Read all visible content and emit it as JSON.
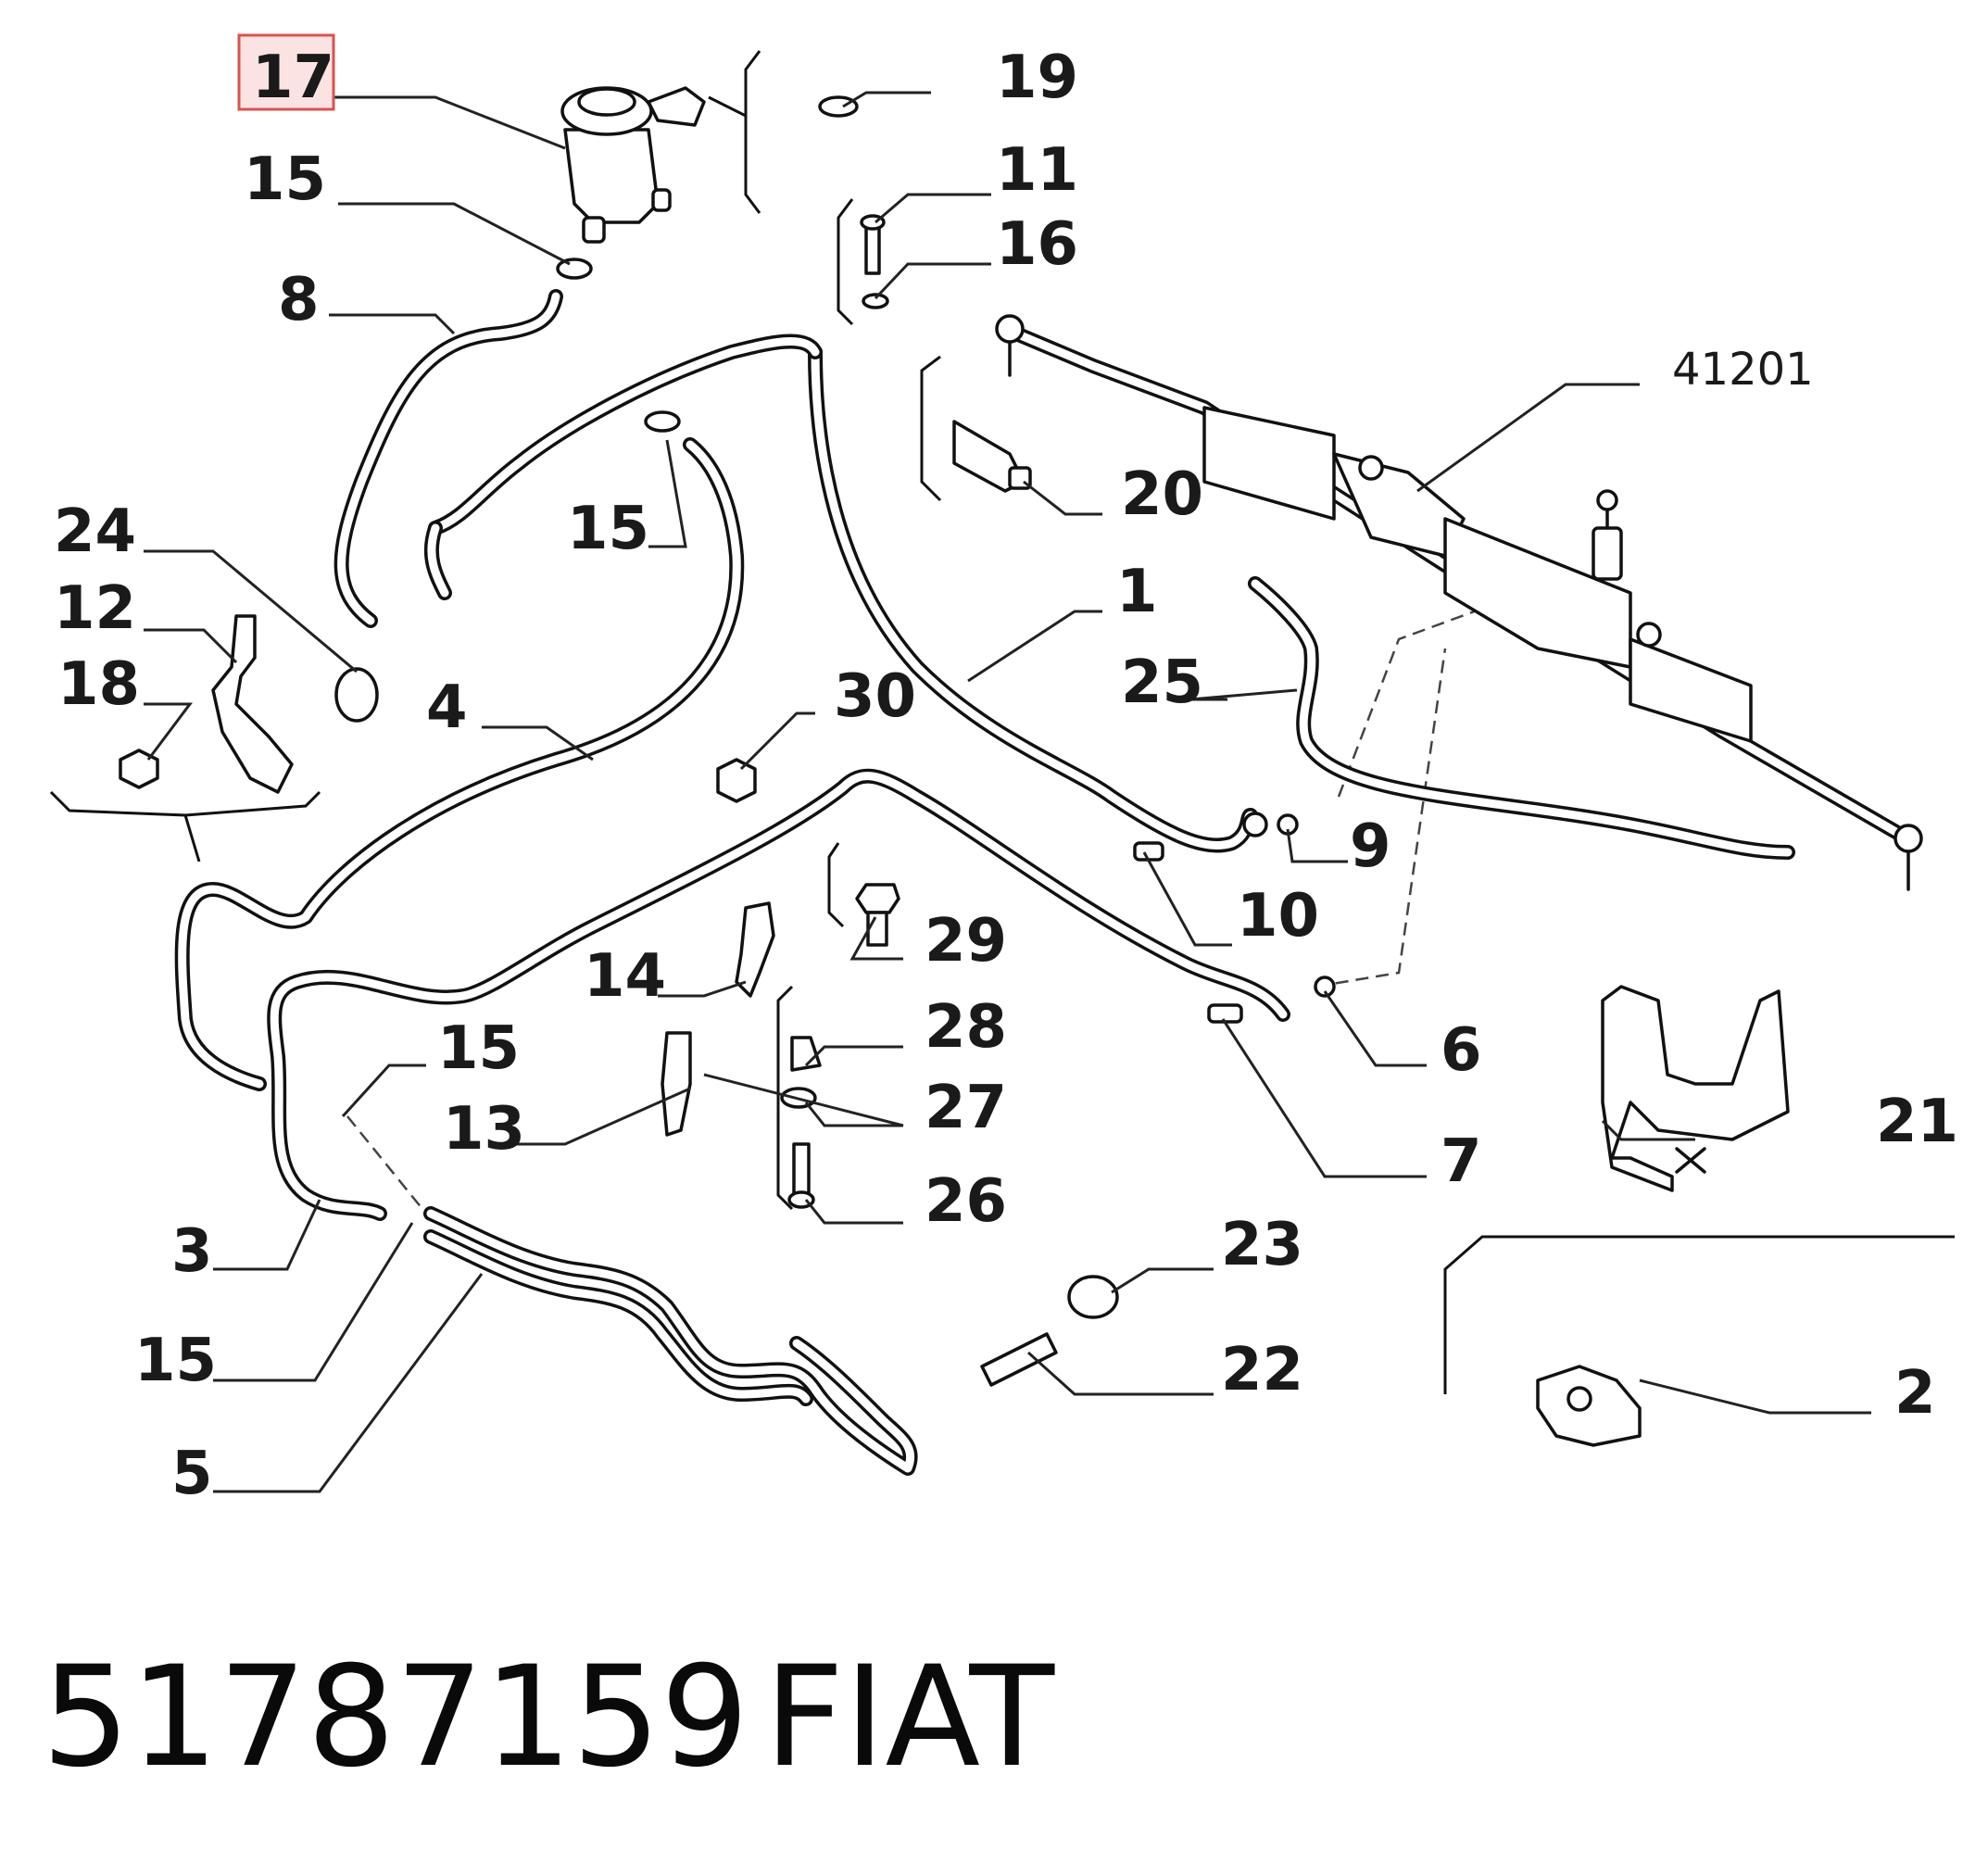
{
  "callouts": {
    "c17": "17",
    "c19": "19",
    "c15a": "15",
    "c11": "11",
    "c16": "16",
    "c8": "8",
    "c41201": "41201",
    "c20": "20",
    "c15b": "15",
    "c24": "24",
    "c12": "12",
    "c18": "18",
    "c1": "1",
    "c25": "25",
    "c4": "4",
    "c30": "30",
    "c9": "9",
    "c10": "10",
    "c29": "29",
    "c14": "14",
    "c28": "28",
    "c6": "6",
    "c15c": "15",
    "c13": "13",
    "c27": "27",
    "c21": "21",
    "c7": "7",
    "c26": "26",
    "c3": "3",
    "c23": "23",
    "c15d": "15",
    "c22": "22",
    "c2": "2",
    "c5": "5"
  },
  "footer": {
    "part_number": "51787159",
    "brand": "FIAT"
  },
  "colors": {
    "highlight_fill": "#fbe3e3",
    "highlight_stroke": "#d9534f",
    "line": "#111111"
  }
}
